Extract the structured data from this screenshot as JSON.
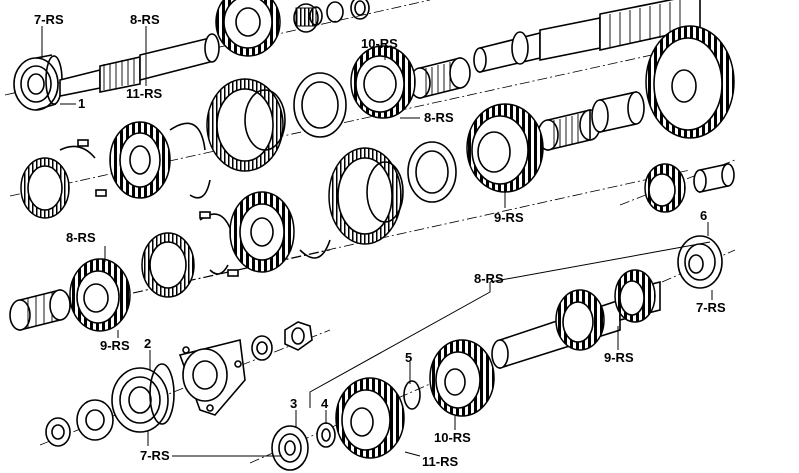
{
  "labels": {
    "rs7_top": "7-RS",
    "rs8_top": "8-RS",
    "rs11_top": "11-RS",
    "rs10_top": "10-RS",
    "rs8_mid": "8-RS",
    "rs9_mid": "9-RS",
    "num1": "1",
    "rs8_left": "8-RS",
    "rs9_left": "9-RS",
    "num2": "2",
    "rs7_bottom": "7-RS",
    "rs8_right": "8-RS",
    "num6": "6",
    "rs7_right": "7-RS",
    "rs9_right": "9-RS",
    "num3": "3",
    "num4": "4",
    "num5": "5",
    "rs10_bottom": "10-RS",
    "rs11_bottom": "11-RS"
  },
  "icons": [
    "bearing",
    "gear",
    "synchro-ring",
    "shaft",
    "flange",
    "nut",
    "needle-bearing",
    "circlip"
  ]
}
